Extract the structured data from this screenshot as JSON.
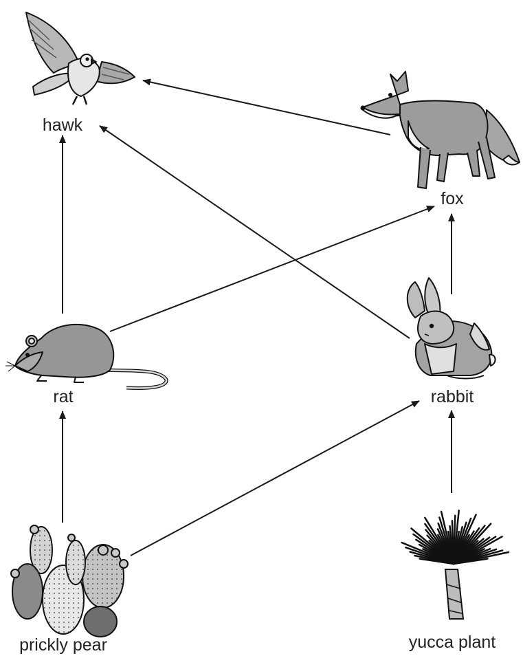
{
  "organisms": [
    {
      "id": "hawk",
      "label": "hawk",
      "icon": "hawk-icon"
    },
    {
      "id": "fox",
      "label": "fox",
      "icon": "fox-icon"
    },
    {
      "id": "rat",
      "label": "rat",
      "icon": "rat-icon"
    },
    {
      "id": "rabbit",
      "label": "rabbit",
      "icon": "rabbit-icon"
    },
    {
      "id": "prickly_pear",
      "label": "prickly pear",
      "icon": "cactus-icon"
    },
    {
      "id": "yucca_plant",
      "label": "yucca plant",
      "icon": "yucca-icon"
    }
  ],
  "energy_flows": [
    {
      "from": "fox",
      "to": "hawk"
    },
    {
      "from": "rat",
      "to": "hawk"
    },
    {
      "from": "rabbit",
      "to": "hawk"
    },
    {
      "from": "rat",
      "to": "fox"
    },
    {
      "from": "rabbit",
      "to": "fox"
    },
    {
      "from": "prickly_pear",
      "to": "rat"
    },
    {
      "from": "prickly_pear",
      "to": "rabbit"
    },
    {
      "from": "yucca_plant",
      "to": "rabbit"
    }
  ],
  "colors": {
    "line": "#1a1a1a",
    "animal_fill": "#9a9a9a",
    "animal_light": "#d8d8d8",
    "outline": "#111111"
  }
}
